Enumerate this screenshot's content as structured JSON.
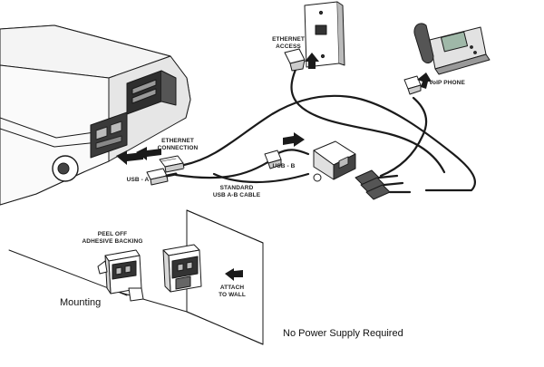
{
  "labels": {
    "ethernet_access": [
      "ETHERNET",
      "ACCESS"
    ],
    "voip_phone": "VoIP PHONE",
    "ethernet_connection": [
      "ETHERNET",
      "CONNECTION"
    ],
    "usb_a": "USB - A",
    "usb_b": "USB - B",
    "standard_cable": [
      "STANDARD",
      "USB A-B CABLE"
    ],
    "peel_off": [
      "PEEL OFF",
      "ADHESIVE BACKING"
    ],
    "attach_to_wall": [
      "ATTACH",
      "TO WALL"
    ],
    "mounting": "Mounting",
    "no_power": "No Power Supply Required"
  },
  "colors": {
    "line": "#1a1a1a",
    "fill_light": "#ffffff",
    "fill_grey": "#d8d8d8",
    "fill_dark": "#6a6a6a",
    "phone_screen": "#9fb8a8"
  }
}
